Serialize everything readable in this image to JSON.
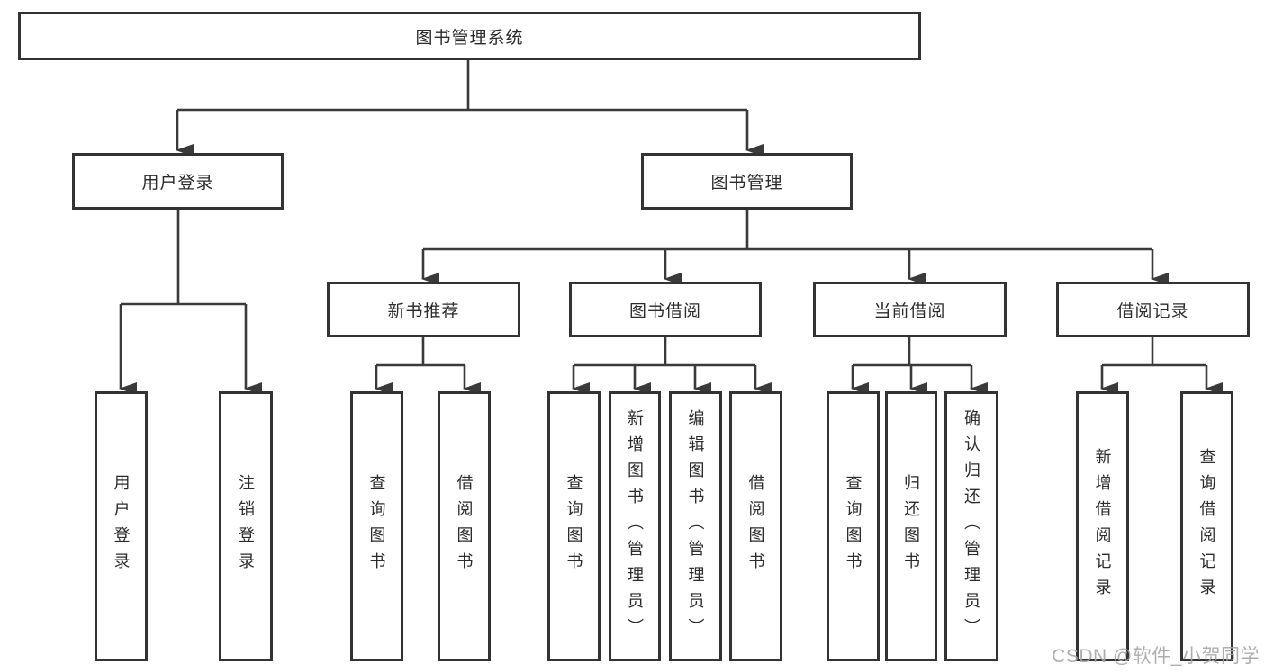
{
  "nodes": {
    "root": "图书管理系统",
    "user_login": "用户登录",
    "book_mgmt": "图书管理",
    "new_book_rec": "新书推荐",
    "book_borrow": "图书借阅",
    "current_borrow": "当前借阅",
    "borrow_records": "借阅记录",
    "leaf_user_login": "用户登录",
    "leaf_logout": "注销登录",
    "leaf_query_book_1": "查询图书",
    "leaf_borrow_book_1": "借阅图书",
    "leaf_query_book_2": "查询图书",
    "leaf_add_book": "新增图书（管理员）",
    "leaf_edit_book": "编辑图书（管理员）",
    "leaf_borrow_book_2": "借阅图书",
    "leaf_query_book_3": "查询图书",
    "leaf_return_book": "归还图书",
    "leaf_confirm_return": "确认归还（管理员）",
    "leaf_add_borrow_record": "新增借阅记录",
    "leaf_query_borrow_record": "查询借阅记录"
  },
  "hierarchy": {
    "label": "图书管理系统",
    "children": [
      {
        "label": "用户登录",
        "children": [
          {
            "label": "用户登录"
          },
          {
            "label": "注销登录"
          }
        ]
      },
      {
        "label": "图书管理",
        "children": [
          {
            "label": "新书推荐",
            "children": [
              {
                "label": "查询图书"
              },
              {
                "label": "借阅图书"
              }
            ]
          },
          {
            "label": "图书借阅",
            "children": [
              {
                "label": "查询图书"
              },
              {
                "label": "新增图书（管理员）"
              },
              {
                "label": "编辑图书（管理员）"
              },
              {
                "label": "借阅图书"
              }
            ]
          },
          {
            "label": "当前借阅",
            "children": [
              {
                "label": "查询图书"
              },
              {
                "label": "归还图书"
              },
              {
                "label": "确认归还（管理员）"
              }
            ]
          },
          {
            "label": "借阅记录",
            "children": [
              {
                "label": "新增借阅记录"
              },
              {
                "label": "查询借阅记录"
              }
            ]
          }
        ]
      }
    ]
  },
  "watermark": {
    "text": "CSDN @软件_小贺同学"
  },
  "colors": {
    "line": "#3a3a3a",
    "box_border": "#333333",
    "box_fill": "#ffffff",
    "text": "#2b2b2b",
    "watermark": "#a5a5a5",
    "background": "#ffffff"
  }
}
